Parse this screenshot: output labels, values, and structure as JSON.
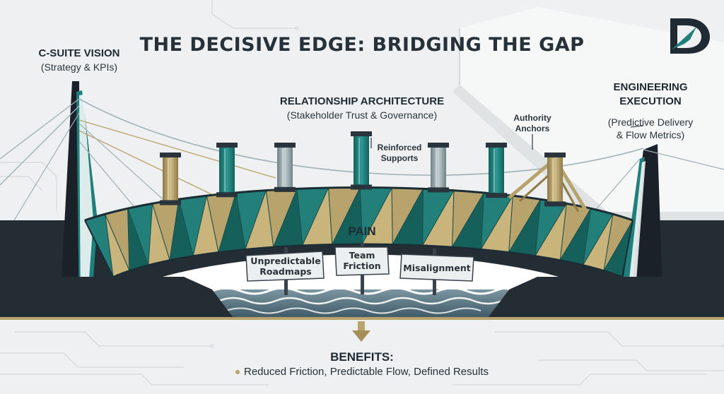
{
  "title": "THE DECISIVE EDGE: BRIDGING THE GAP",
  "logo_letter": "D",
  "left_pillar": {
    "heading": "C-SUITE VISION",
    "subheading": "(Strategy & KPIs)"
  },
  "center": {
    "heading": "RELATIONSHIP ARCHITECTURE",
    "subheading": "(Stakeholder Trust & Governance)"
  },
  "right_pillar": {
    "heading_line1": "ENGINEERING",
    "heading_line2": "EXECUTION",
    "subheading_line1": "(Predictive Delivery",
    "subheading_line2": "& Flow Metrics)"
  },
  "callouts": {
    "authority_line1": "Authority",
    "authority_line2": "Anchors",
    "supports_line1": "Reinforced",
    "supports_line2": "Supports"
  },
  "pain": {
    "label": "PAIN",
    "signs": [
      {
        "line1": "Unpredictable",
        "line2": "Roadmaps"
      },
      {
        "line1": "Team",
        "line2": "Friction"
      },
      {
        "line1": "Misalignment",
        "line2": ""
      }
    ]
  },
  "benefits": {
    "heading": "BENEFITS:",
    "text": "Reduced Friction, Predictable Flow, Defined Results"
  },
  "colors": {
    "teal": "#1f7f7b",
    "gold": "#b9a36c",
    "navy": "#242c34",
    "water": "#5f7d8a",
    "pillar_grey": "#8fa3a8"
  },
  "icons": [
    "logo-d-icon",
    "arrow-down-icon",
    "bullet-dot-icon"
  ]
}
